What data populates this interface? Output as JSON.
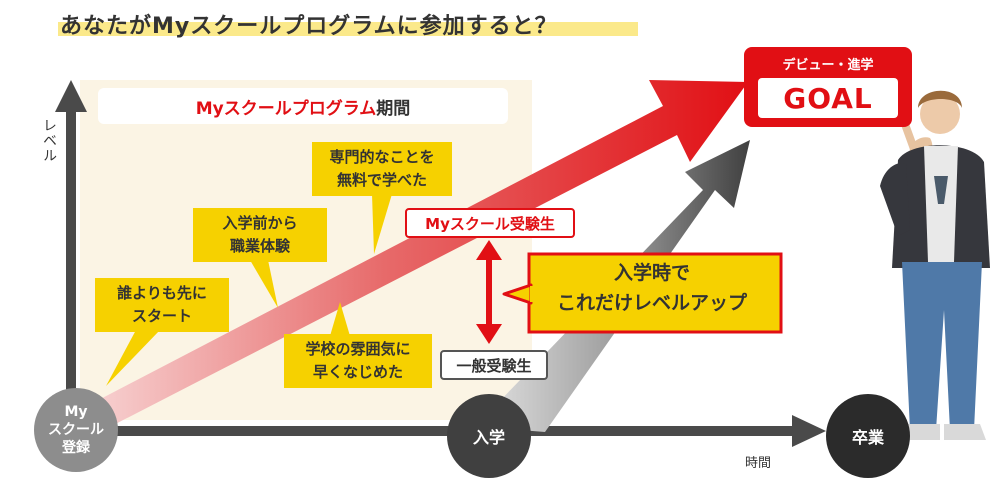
{
  "title": "あなたがMyスクールプログラムに参加すると？",
  "program_period": {
    "red": "Myスクールプログラム",
    "dark": "期間"
  },
  "axes": {
    "y_label": "レベル",
    "x_label": "時間"
  },
  "benefits": [
    {
      "line1": "誰よりも先に",
      "line2": "スタート"
    },
    {
      "line1": "入学前から",
      "line2": "職業体験"
    },
    {
      "line1": "専門的なことを",
      "line2": "無料で学べた"
    },
    {
      "line1": "学校の雰囲気に",
      "line2": "早くなじめた"
    }
  ],
  "labels": {
    "myschool_examinee": "Myスクール受験生",
    "general_examinee": "一般受験生"
  },
  "callout": {
    "line1": "入学時で",
    "line2": "これだけレベルアップ"
  },
  "milestones": {
    "start": {
      "line1": "My",
      "line2": "スクール",
      "line3": "登録"
    },
    "enroll": "入学",
    "graduate": "卒業"
  },
  "goal": {
    "subtitle": "デビュー・進学",
    "label": "GOAL"
  },
  "colors": {
    "red": "#e10f14",
    "yellow": "#f6d100",
    "cream": "#fbf4e4",
    "dark": "#333333",
    "highlight": "#fbe98a"
  }
}
